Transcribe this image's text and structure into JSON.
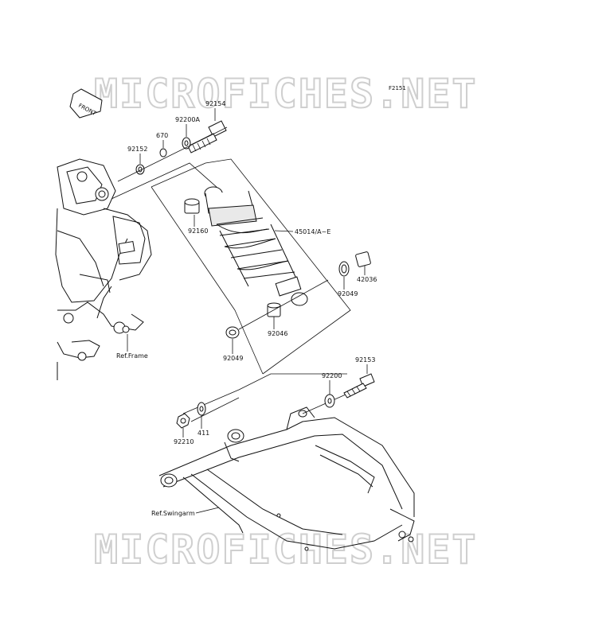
{
  "diagram": {
    "code": "F2151",
    "front_arrow_text": "FRONT",
    "watermark_text": "MICROFICHES.NET",
    "parts": [
      {
        "id": "92154",
        "label": "92154"
      },
      {
        "id": "92200A",
        "label": "92200A"
      },
      {
        "id": "670",
        "label": "670"
      },
      {
        "id": "92152",
        "label": "92152"
      },
      {
        "id": "92160",
        "label": "92160"
      },
      {
        "id": "45014",
        "label": "45014/A~E"
      },
      {
        "id": "92049a",
        "label": "92049"
      },
      {
        "id": "42036",
        "label": "42036"
      },
      {
        "id": "92046",
        "label": "92046"
      },
      {
        "id": "92049b",
        "label": "92049"
      },
      {
        "id": "92153",
        "label": "92153"
      },
      {
        "id": "92200",
        "label": "92200"
      },
      {
        "id": "92210",
        "label": "92210"
      },
      {
        "id": "411",
        "label": "411"
      }
    ],
    "refs": [
      {
        "id": "frame",
        "label": "Ref.Frame"
      },
      {
        "id": "swingarm",
        "label": "Ref.Swingarm"
      }
    ]
  }
}
